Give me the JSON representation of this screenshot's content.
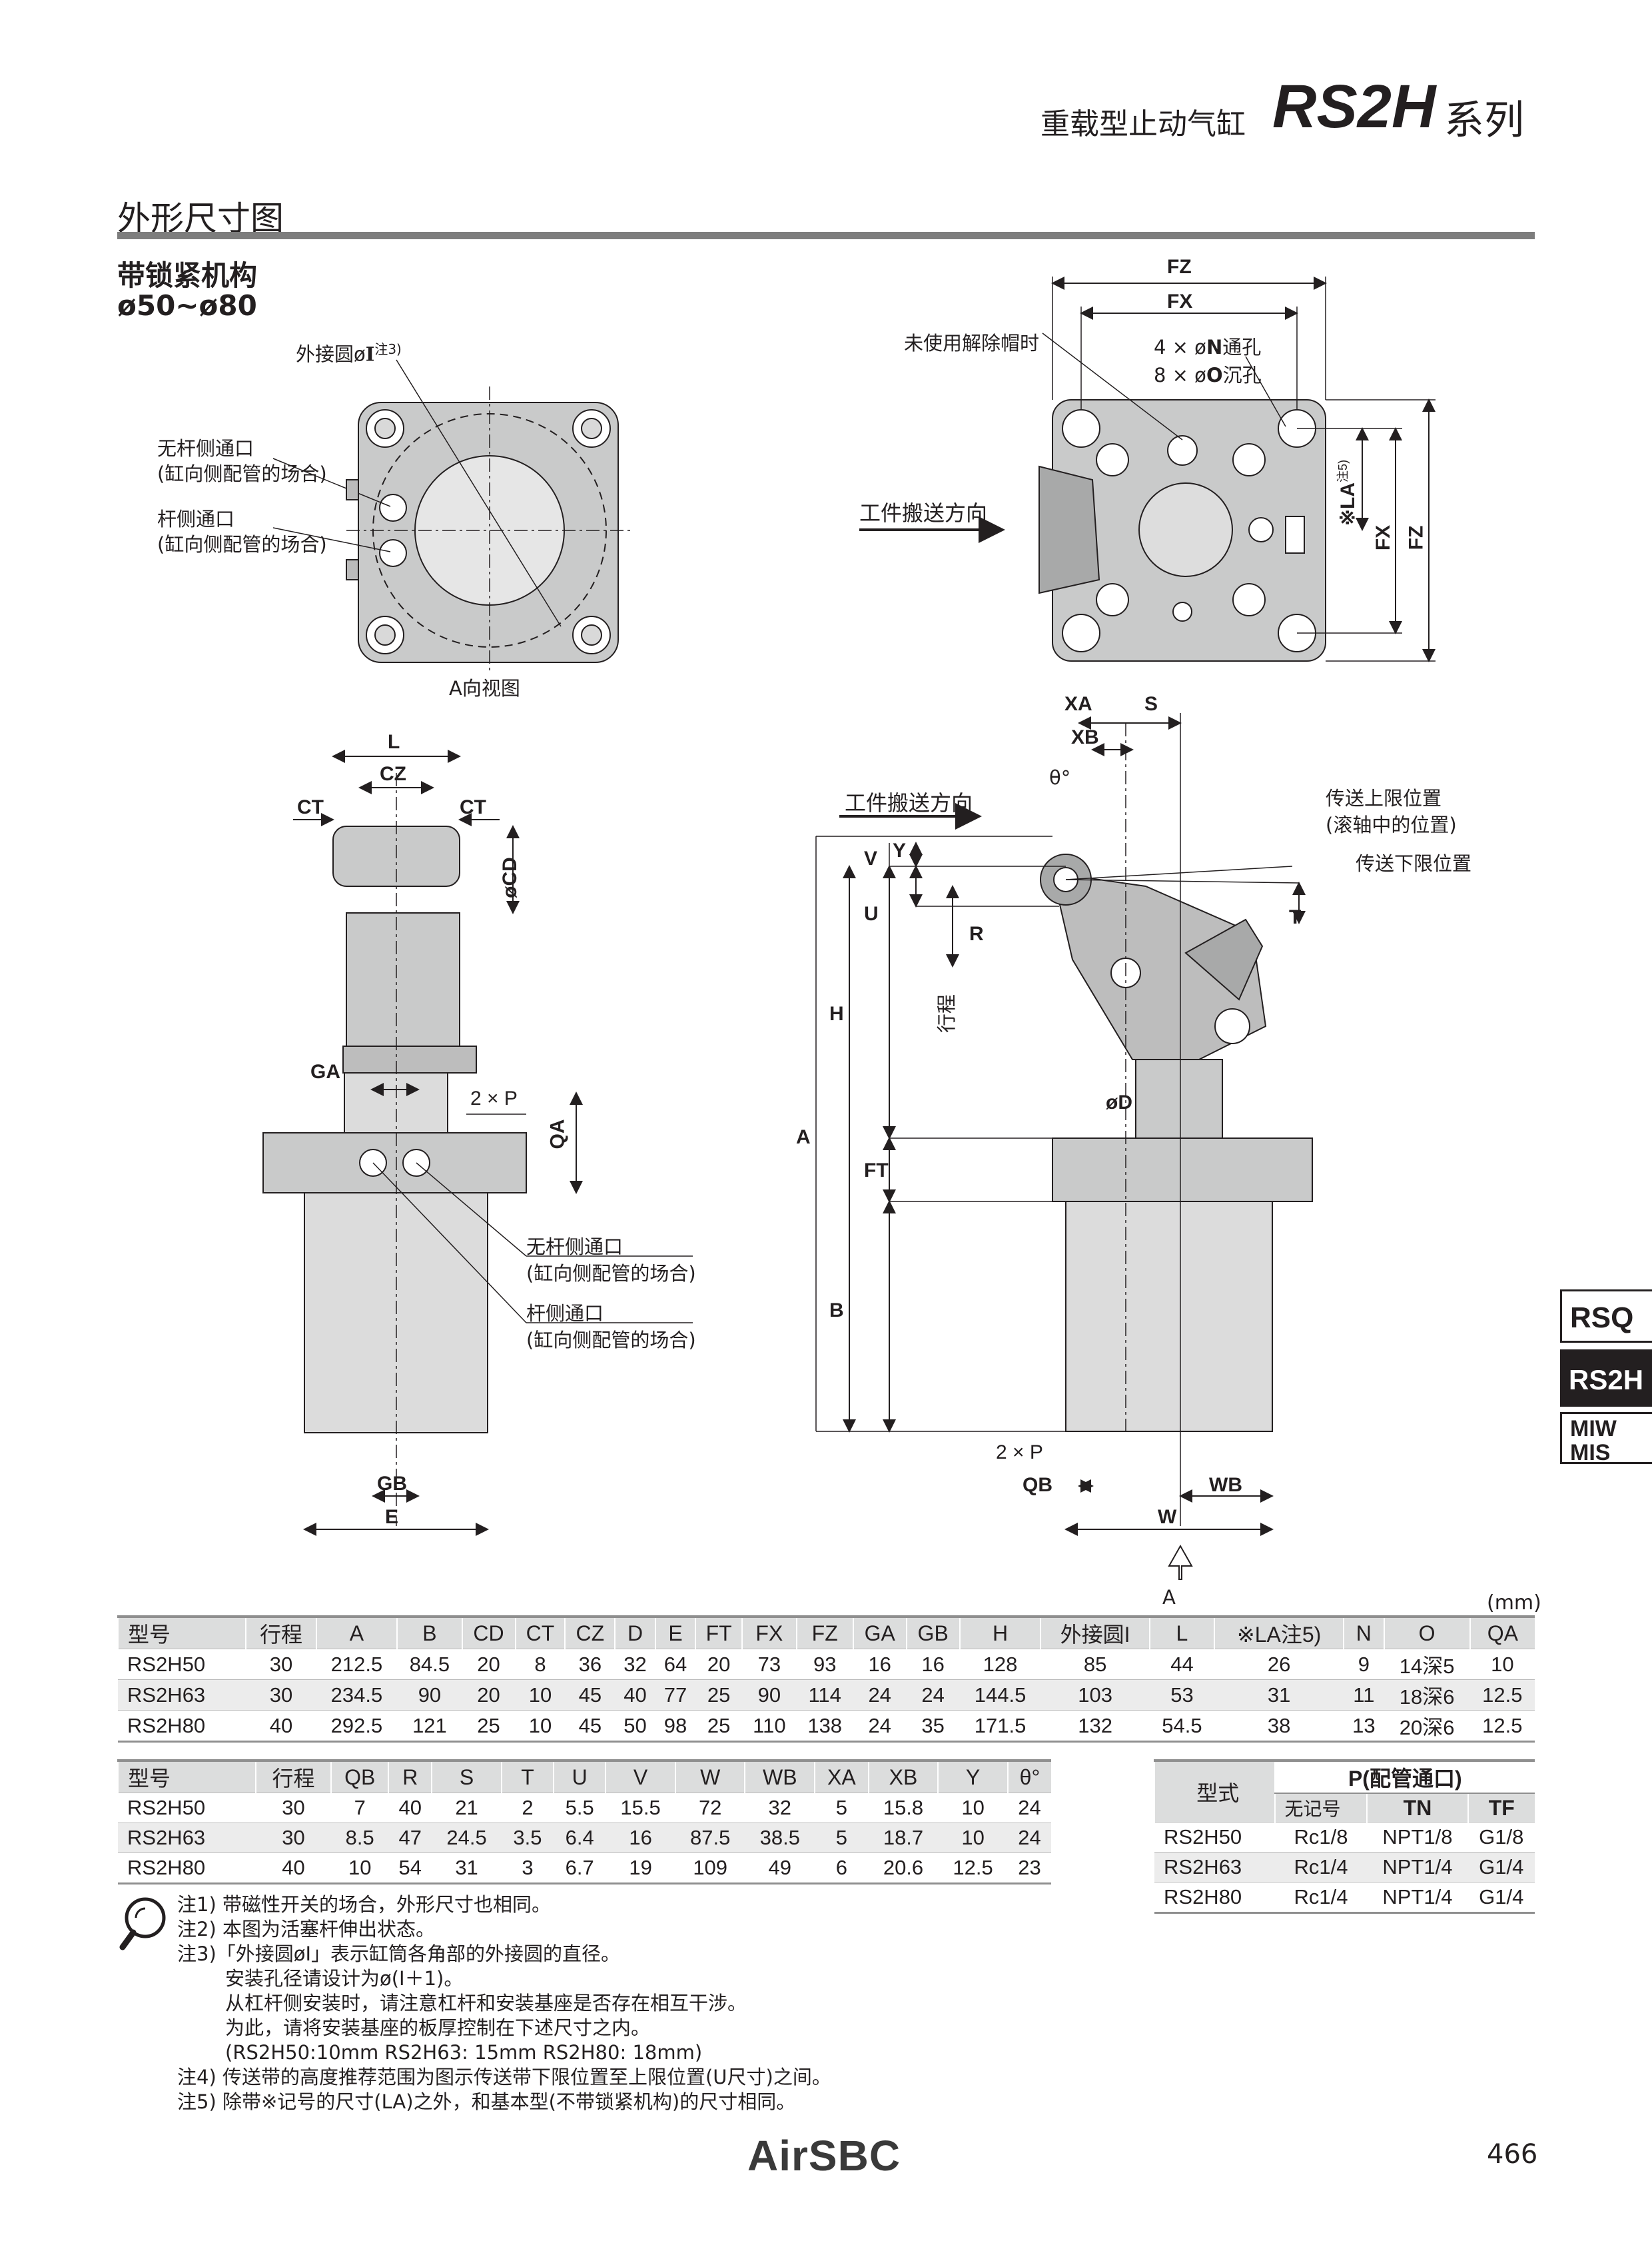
{
  "header": {
    "subtitle": "重载型止动气缸",
    "model": "RS2H",
    "series": "系列"
  },
  "section_title": "外形尺寸图",
  "variant": {
    "title": "带锁紧机构",
    "bore": "ø50~ø80"
  },
  "views": {
    "a_view_caption": "A向视图",
    "a_label": "A",
    "circle_label": "外接圆ø",
    "circle_label_i": "I",
    "circle_label_note": "注3)",
    "headless_port": "无杆侧通口",
    "rod_port": "杆侧通口",
    "axial_piping": "(缸向侧配管的场合)",
    "unlock_cap": "未使用解除帽时",
    "holes_n_prefix": "4 × ø",
    "holes_n_letter": "N",
    "holes_n_suffix": "通孔",
    "holes_o_prefix": "8 × ø",
    "holes_o_letter": "O",
    "holes_o_suffix": "沉孔",
    "conveying_direction": "工件搬送方向",
    "upper_limit": "传送上限位置",
    "roller_center": "(滚轴中的位置)",
    "lower_limit": "传送下限位置",
    "stroke": "行程",
    "two_p": "2 × P",
    "la_mark": "※LA",
    "la_note": "注5)",
    "theta": "θ°",
    "dims": [
      "FZ",
      "FX",
      "FX",
      "FZ",
      "XA",
      "S",
      "XB",
      "L",
      "CZ",
      "CT",
      "CT",
      "øCD",
      "V",
      "Y",
      "U",
      "T",
      "R",
      "H",
      "A",
      "GA",
      "QA",
      "øD",
      "FT",
      "B",
      "GB",
      "E",
      "QB",
      "WB",
      "W"
    ]
  },
  "side_tabs": [
    "RSQ",
    "RS2H",
    "MIW",
    "MIS"
  ],
  "unit": "(mm)",
  "table1": {
    "headers": [
      "型号",
      "行程",
      "A",
      "B",
      "CD",
      "CT",
      "CZ",
      "D",
      "E",
      "FT",
      "FX",
      "FZ",
      "GA",
      "GB",
      "H",
      "外接圆I",
      "L",
      "※LA注5)",
      "N",
      "O",
      "QA"
    ],
    "rows": [
      [
        "RS2H50",
        "30",
        "212.5",
        "84.5",
        "20",
        "8",
        "36",
        "32",
        "64",
        "20",
        "73",
        "93",
        "16",
        "16",
        "128",
        "85",
        "44",
        "26",
        "9",
        "14深5",
        "10"
      ],
      [
        "RS2H63",
        "30",
        "234.5",
        "90",
        "20",
        "10",
        "45",
        "40",
        "77",
        "25",
        "90",
        "114",
        "24",
        "24",
        "144.5",
        "103",
        "53",
        "31",
        "11",
        "18深6",
        "12.5"
      ],
      [
        "RS2H80",
        "40",
        "292.5",
        "121",
        "25",
        "10",
        "45",
        "50",
        "98",
        "25",
        "110",
        "138",
        "24",
        "35",
        "171.5",
        "132",
        "54.5",
        "38",
        "13",
        "20深6",
        "12.5"
      ]
    ]
  },
  "table2": {
    "headers": [
      "型号",
      "行程",
      "QB",
      "R",
      "S",
      "T",
      "U",
      "V",
      "W",
      "WB",
      "XA",
      "XB",
      "Y",
      "θ°"
    ],
    "rows": [
      [
        "RS2H50",
        "30",
        "7",
        "40",
        "21",
        "2",
        "5.5",
        "15.5",
        "72",
        "32",
        "5",
        "15.8",
        "10",
        "24"
      ],
      [
        "RS2H63",
        "30",
        "8.5",
        "47",
        "24.5",
        "3.5",
        "6.4",
        "16",
        "87.5",
        "38.5",
        "5",
        "18.7",
        "10",
        "24"
      ],
      [
        "RS2H80",
        "40",
        "10",
        "54",
        "31",
        "3",
        "6.7",
        "19",
        "109",
        "49",
        "6",
        "20.6",
        "12.5",
        "23"
      ]
    ]
  },
  "table3": {
    "header_model": "型式",
    "header_p": "P(配管通口)",
    "sub_headers": [
      "无记号",
      "TN",
      "TF"
    ],
    "rows": [
      [
        "RS2H50",
        "Rc1/8",
        "NPT1/8",
        "G1/8"
      ],
      [
        "RS2H63",
        "Rc1/4",
        "NPT1/4",
        "G1/4"
      ],
      [
        "RS2H80",
        "Rc1/4",
        "NPT1/4",
        "G1/4"
      ]
    ]
  },
  "notes": [
    "注1) 带磁性开关的场合，外形尺寸也相同。",
    "注2) 本图为活塞杆伸出状态。",
    "注3)「外接圆øI」表示缸筒各角部的外接圆的直径。",
    "安装孔径请设计为ø(I＋1)。",
    "从杠杆侧安装时，请注意杠杆和安装基座是否存在相互干涉。",
    "为此，请将安装基座的板厚控制在下述尺寸之内。",
    "(RS2H50:10mm RS2H63: 15mm RS2H80: 18mm)",
    "注4) 传送带的高度推荐范围为图示传送带下限位置至上限位置(U尺寸)之间。",
    "注5) 除带※记号的尺寸(LA)之外，和基本型(不带锁紧机构)的尺寸相同。"
  ],
  "footer": {
    "brand": "AirSBC",
    "page": "466"
  }
}
